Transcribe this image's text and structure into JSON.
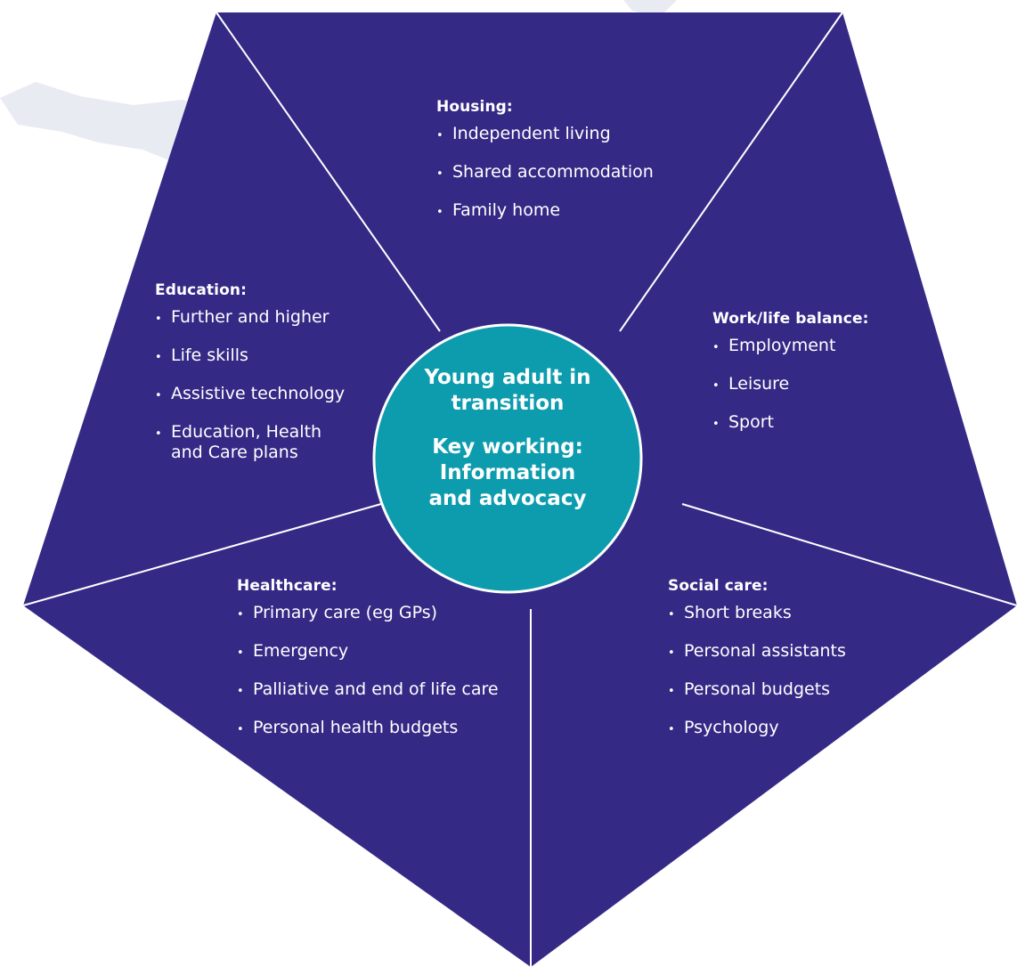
{
  "colors": {
    "segment": "#342A86",
    "divider": "#ffffff",
    "hub": "#0D9CAE",
    "text": "#ffffff",
    "background_shape": "#E4E8F0"
  },
  "center": {
    "line1": "Young adult in",
    "line2": "transition",
    "line3": "Key working:",
    "line4": "Information",
    "line5": "and advocacy"
  },
  "segments": {
    "housing": {
      "title": "Housing:",
      "items": [
        "Independent living",
        "Shared accommodation",
        "Family home"
      ]
    },
    "education": {
      "title": "Education:",
      "items": [
        "Further and higher",
        "Life skills",
        "Assistive technology",
        "Education, Health and Care plans"
      ]
    },
    "work": {
      "title": "Work/life balance:",
      "items": [
        "Employment",
        "Leisure",
        "Sport"
      ]
    },
    "healthcare": {
      "title": "Healthcare:",
      "items": [
        "Primary care (eg GPs)",
        "Emergency",
        "Palliative and end of life care",
        "Personal health budgets"
      ]
    },
    "social": {
      "title": "Social care:",
      "items": [
        "Short breaks",
        "Personal assistants",
        "Personal budgets",
        "Psychology"
      ]
    }
  }
}
